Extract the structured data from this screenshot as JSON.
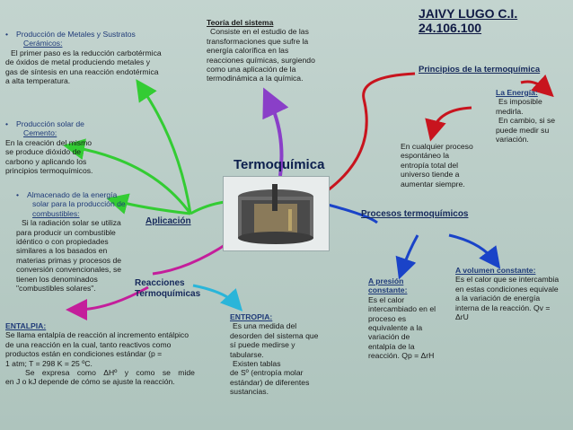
{
  "author": {
    "name": "JAIVY LUGO C.I.",
    "id": "24.106.100"
  },
  "center": {
    "title": "Termoquímica",
    "photo_icon": "calorimeter-apparatus-image"
  },
  "teoria": {
    "heading": "Teoría del sistema",
    "lines": [
      "Consiste en el estudio de las",
      "transformaciones que sufre la",
      "energía calorífica en las",
      "reacciones químicas, surgiendo",
      "como una aplicación de la",
      "termodinámica a la química."
    ]
  },
  "principios": {
    "label": "Principios de la termoquímica",
    "principle_lines": [
      "En cualquier proceso",
      "espontáneo la",
      "entropía total del",
      "universo tiende a",
      "aumentar siempre."
    ],
    "energia": {
      "heading": "La Energía:",
      "lines": [
        "Es imposible",
        "medirla.",
        "En cambio, si se",
        "puede medir su",
        "variación."
      ]
    }
  },
  "aplicacion": {
    "label": "Aplicación",
    "item1": {
      "heading_lines": [
        "Producción de Metales y Sustratos",
        "Cerámicos:"
      ],
      "lines": [
        "El primer paso es la reducción carbotérmica",
        "de óxidos de metal produciendo metales y",
        "gas de síntesis en una reacción endotérmica",
        "a alta temperatura."
      ]
    },
    "item2": {
      "heading_lines": [
        "Producción solar de",
        "Cemento:"
      ],
      "lines": [
        "En la creación del mismo",
        "se produce dióxido de",
        "carbono y aplicando los",
        "principios termoquímicos."
      ]
    },
    "item3": {
      "heading_lines": [
        "Almacenado de la energía",
        "solar para la producción de",
        "combustibles:"
      ],
      "lines": [
        "Si la radiación solar se utiliza",
        "para producir un combustible",
        "idéntico o con propiedades",
        "similares a los basados en",
        "materias primas y procesos de",
        "conversión convencionales, se",
        "tienen los denominados",
        "\"combustibles solares\"."
      ]
    }
  },
  "procesos": {
    "label": "Procesos termoquímicos",
    "presion": {
      "heading_lines": [
        "A presión",
        "constante:"
      ],
      "lines": [
        "Es el calor",
        "intercambiado en el",
        "proceso es",
        "equivalente a la",
        "variación de",
        "entalpía de la",
        "reacción. Qp = ΔrH"
      ]
    },
    "volumen": {
      "heading": "A volumen constante:",
      "lines": [
        "Es el calor que se intercambia",
        "en estas condiciones equivale",
        "a la variación de energía",
        "interna de la reacción. Qv =",
        "ΔrU"
      ]
    }
  },
  "reacciones": {
    "label_lines": [
      "Reacciones",
      "Termoquímicas"
    ],
    "entalpia": {
      "heading": "ENTALPIA:",
      "lines": [
        "Se llama entalpía de reacción al incremento entálpico",
        "de una reacción en la cual, tanto reactivos como",
        "productos están en condiciones estándar (p =",
        "1 atm; T = 298 K = 25 ºC.",
        "Se expresa como ΔHº y como se mide",
        "en J o kJ depende de cómo se ajuste la reacción."
      ]
    },
    "entropia": {
      "heading": "ENTROPIA:",
      "lines": [
        "Es una medida del",
        "desorden del sistema que",
        "sí puede medirse y",
        "tabularse.",
        "Existen tablas",
        "de Sº (entropía molar",
        "estándar) de diferentes",
        "sustancias."
      ]
    }
  },
  "colors": {
    "background": "#b8ccc6",
    "green": "#33cc33",
    "purple": "#8a3fc8",
    "red": "#c8141e",
    "blue": "#1a43c8",
    "magenta": "#c41e9b",
    "cyan": "#2ab5d9",
    "heading": "#1f3a78"
  }
}
